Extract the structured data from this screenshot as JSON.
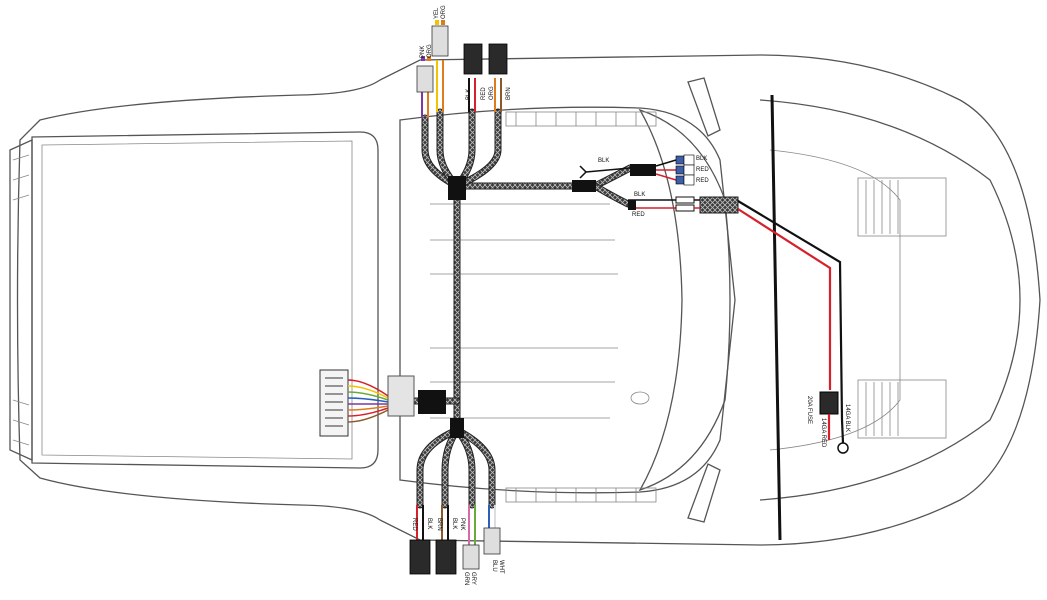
{
  "wire_labels": {
    "top_pnk": "PNK",
    "top_org": "ORG",
    "top_yel": "YEL",
    "top_org2": "ORG",
    "top_blk": "BLK",
    "top_red": "RED",
    "top_org3": "ORG",
    "top_brn": "BRN",
    "right_blk_a": "BLK",
    "right_blk_b": "BLK",
    "right_red_b": "RED",
    "right_red_c": "RED",
    "right_blk_c": "BLK",
    "right_red_d": "RED",
    "bot_red": "RED",
    "bot_blk": "BLK",
    "bot_brn": "BRN",
    "bot_pnk": "PNK",
    "bot_blk2": "BLK",
    "bot_grn": "GRN",
    "bot_gry": "GRY",
    "bot_wht": "WHT",
    "bot_blu": "BLU",
    "fuse": "20A FUSE",
    "awg_red": "14GA RED",
    "awg_blk": "14GA BLK"
  },
  "colors": {
    "red": "#d6202a",
    "black": "#111111",
    "purple": "#7a3aa0",
    "yellow": "#f2c400",
    "orange": "#e07a1f",
    "brown": "#8a5a2b",
    "blue": "#2a5fc0",
    "green": "#6aaa3a",
    "connector_blue": "#3e5fa8"
  }
}
